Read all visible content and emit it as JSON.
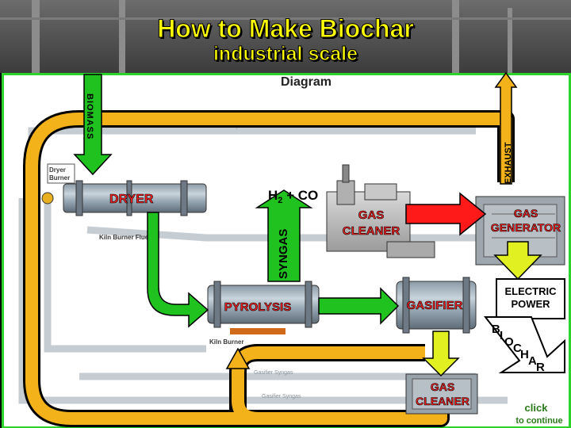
{
  "title": "How to Make Biochar",
  "subtitle": "industrial scale",
  "diagram": {
    "heading": "Diagram",
    "labels": {
      "biomass": "BIOMASS",
      "exhaust": "EXHAUST",
      "syngas": "SYNGAS",
      "h2co_main": "H",
      "h2co_sub": "2",
      "h2co_rest": " + CO",
      "dryer": "DRYER",
      "gas_cleaner_top_1": "GAS",
      "gas_cleaner_top_2": "CLEANER",
      "gas_generator_1": "GAS",
      "gas_generator_2": "GENERATOR",
      "pyrolysis": "PYROLYSIS",
      "gasifier": "GASIFIER",
      "electric_power_1": "ELECTRIC",
      "electric_power_2": "POWER",
      "biochar": [
        "B",
        "I",
        "O",
        "C",
        "H",
        "A",
        "R"
      ],
      "gas_cleaner_bottom_1": "GAS",
      "gas_cleaner_bottom_2": "CLEANER"
    },
    "background_labels": {
      "dryer_burner_1": "Dryer",
      "dryer_burner_2": "Burner",
      "kiln_burner_flue": "Kiln Burner Flue",
      "kiln_burner": "Kiln Burner"
    }
  },
  "nav": {
    "click": "click",
    "to_continue": "to continue"
  },
  "colors": {
    "title": "#ffff00",
    "frame": "#2bd32b",
    "arrow_yellow": "#f3b21a",
    "arrow_green": "#1fc21f",
    "arrow_red": "#ff1a1a",
    "arrow_lime": "#e0f020",
    "label_red": "#ff2020"
  }
}
